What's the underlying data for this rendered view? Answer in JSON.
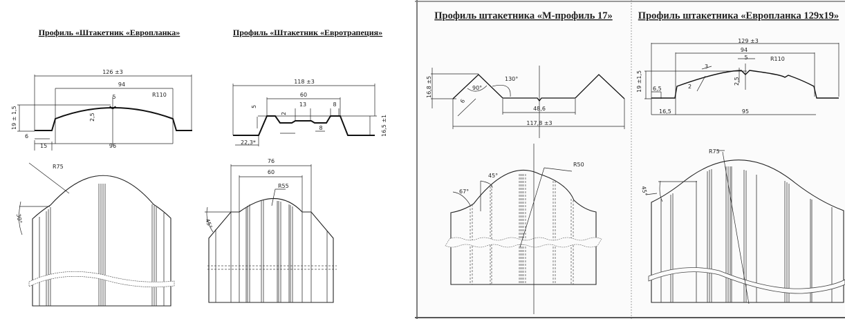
{
  "panels": [
    {
      "title": "Профиль «Штакетник «Европланка»",
      "dims": {
        "overall": "126 ±3",
        "top": "94",
        "notch": "5",
        "radius": "R110",
        "height": "19 ± 1,5",
        "depth": "2,5",
        "edge": "6",
        "flange": "15",
        "base": "96"
      },
      "front": {
        "radius": "R75",
        "angle": "30°"
      }
    },
    {
      "title": "Профиль «Штакетник «Евротрапеция»",
      "dims": {
        "overall": "118 ±3",
        "top": "60",
        "mid": "13",
        "rib": "8",
        "rib2": "8",
        "step": "5",
        "groove": "2",
        "height": "16,5 ±1",
        "flange": "22,3*"
      },
      "front": {
        "outer": "76",
        "inner": "60",
        "radius": "R55",
        "angle": "45°"
      }
    },
    {
      "title": "Профиль штакетника «М-профиль 17»",
      "dims": {
        "height": "16,8 ±5",
        "angle1": "90°",
        "angle2": "130°",
        "side": "6",
        "middle": "48,6",
        "overall": "117,8 ±3"
      },
      "front": {
        "angle1": "45°",
        "angle2": "67°",
        "radius": "R50"
      }
    },
    {
      "title": "Профиль штакетника «Европланка 129x19»",
      "dims": {
        "overall": "129 ±3",
        "top": "94",
        "notch": "5",
        "radius": "R110",
        "height": "19 ±1,5",
        "rib": "3",
        "rib2": "2",
        "depth": "2,5",
        "edge": "6,5",
        "flange": "16,5",
        "base": "95"
      },
      "front": {
        "radius": "R75",
        "angle": "45°"
      }
    }
  ]
}
